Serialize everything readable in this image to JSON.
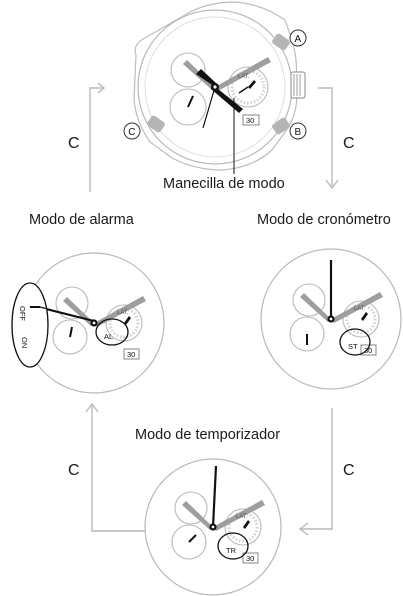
{
  "labels": {
    "mode_hand": "Manecilla de modo",
    "alarm_mode": "Modo de alarma",
    "chrono_mode": "Modo de cronómetro",
    "timer_mode": "Modo de temporizador"
  },
  "buttons": {
    "a": "A",
    "b": "B",
    "c": "C"
  },
  "arrow_label": "C",
  "watch": {
    "date": "30",
    "lat": "LAT.",
    "mode_al": "AL",
    "mode_st": "ST",
    "mode_tr": "TR",
    "alarm_off": "OFF",
    "alarm_on": "ON"
  }
}
